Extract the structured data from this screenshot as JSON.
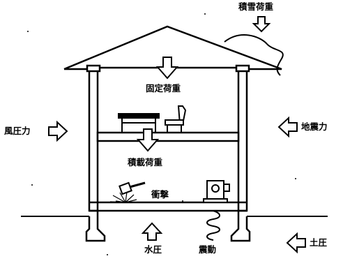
{
  "labels": {
    "snow_load": "積雪荷重",
    "dead_load": "固定荷重",
    "live_load": "積載荷重",
    "wind_pressure": "風圧力",
    "seismic_force": "地震力",
    "impact": "衝撃",
    "earth_pressure": "土圧",
    "water_pressure": "水圧",
    "vibration": "震動"
  },
  "colors": {
    "ink": "#000000",
    "paper": "#ffffff"
  },
  "icons": [
    "arrow-icon",
    "table-icon",
    "chair-icon",
    "hammer-icon",
    "motor-icon",
    "spring-icon"
  ]
}
